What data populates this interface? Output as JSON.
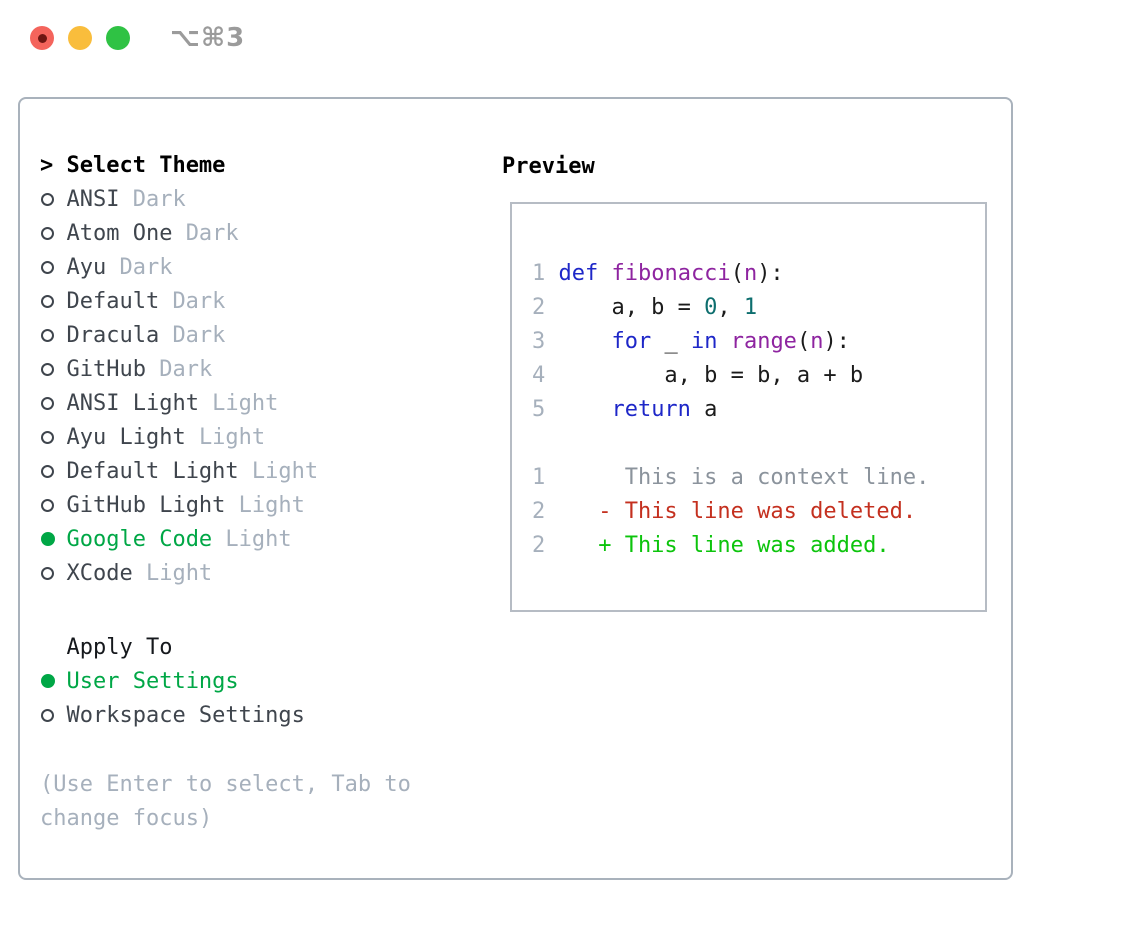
{
  "window": {
    "title": "⌥⌘3",
    "traffic_lights": [
      "close",
      "minimize",
      "zoom"
    ]
  },
  "theme_picker": {
    "prompt": ">",
    "title": "Select Theme",
    "items": [
      {
        "label": "ANSI",
        "tag": "Dark",
        "selected": false
      },
      {
        "label": "Atom One",
        "tag": "Dark",
        "selected": false
      },
      {
        "label": "Ayu",
        "tag": "Dark",
        "selected": false
      },
      {
        "label": "Default",
        "tag": "Dark",
        "selected": false
      },
      {
        "label": "Dracula",
        "tag": "Dark",
        "selected": false
      },
      {
        "label": "GitHub",
        "tag": "Dark",
        "selected": false
      },
      {
        "label": "ANSI Light",
        "tag": "Light",
        "selected": false
      },
      {
        "label": "Ayu Light",
        "tag": "Light",
        "selected": false
      },
      {
        "label": "Default Light",
        "tag": "Light",
        "selected": false
      },
      {
        "label": "GitHub Light",
        "tag": "Light",
        "selected": false
      },
      {
        "label": "Google Code",
        "tag": "Light",
        "selected": true
      },
      {
        "label": "XCode",
        "tag": "Light",
        "selected": false
      }
    ]
  },
  "apply_to": {
    "title": "Apply To",
    "options": [
      {
        "label": "User Settings",
        "selected": true
      },
      {
        "label": "Workspace Settings",
        "selected": false
      }
    ]
  },
  "hint": "(Use Enter to select, Tab to change focus)",
  "preview": {
    "title": "Preview",
    "lines": [
      {
        "num": "1",
        "tokens": [
          [
            "def",
            "kw"
          ],
          [
            " ",
            "pl"
          ],
          [
            "fibonacci",
            "fn"
          ],
          [
            "(",
            "pl"
          ],
          [
            "n",
            "fn"
          ],
          [
            "):",
            "pl"
          ]
        ]
      },
      {
        "num": "2",
        "tokens": [
          [
            "    a, b = ",
            "pl"
          ],
          [
            "0",
            "num"
          ],
          [
            ", ",
            "pl"
          ],
          [
            "1",
            "num"
          ]
        ]
      },
      {
        "num": "3",
        "tokens": [
          [
            "    ",
            "pl"
          ],
          [
            "for",
            "kw"
          ],
          [
            " _ ",
            "pl"
          ],
          [
            "in",
            "kw"
          ],
          [
            " ",
            "pl"
          ],
          [
            "range",
            "fn"
          ],
          [
            "(",
            "pl"
          ],
          [
            "n",
            "fn"
          ],
          [
            "):",
            "pl"
          ]
        ]
      },
      {
        "num": "4",
        "tokens": [
          [
            "        a, b = b, a + b",
            "pl"
          ]
        ]
      },
      {
        "num": "5",
        "tokens": [
          [
            "    ",
            "pl"
          ],
          [
            "return",
            "kw"
          ],
          [
            " a",
            "pl"
          ]
        ]
      },
      {
        "blank": true
      },
      {
        "num": "1",
        "tokens": [
          [
            "     This is a context line.",
            "ctx"
          ]
        ]
      },
      {
        "num": "2",
        "tokens": [
          [
            "   - This line was deleted.",
            "del"
          ]
        ]
      },
      {
        "num": "2",
        "tokens": [
          [
            "   + This line was added.",
            "add"
          ]
        ]
      }
    ]
  },
  "colors": {
    "selected_green": "#00a746",
    "diff_added": "#0cc40c",
    "diff_deleted": "#c4301f",
    "diff_context": "#8b939c",
    "keyword_blue": "#1e27c8",
    "function_purple": "#8e24a0",
    "number_teal": "#0d6e6e",
    "code_plain": "#1b1b1b",
    "muted_gray": "#a6b0bc",
    "traffic_red": "#f4645c",
    "traffic_yellow": "#f9bd3c",
    "traffic_green": "#2fc244"
  }
}
